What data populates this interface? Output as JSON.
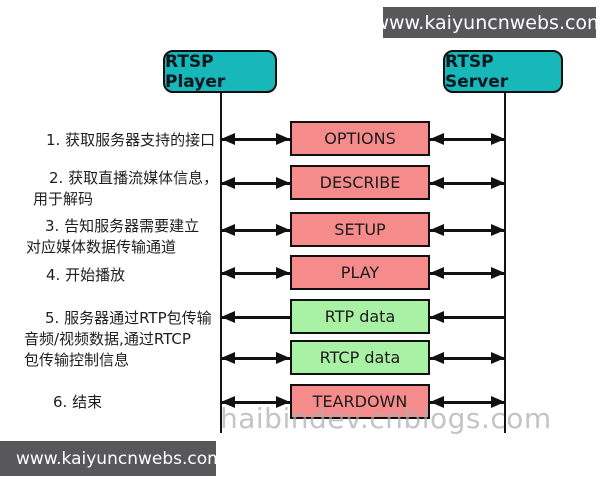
{
  "watermark_top": {
    "text": "www.kaiyuncnwebs.com"
  },
  "watermark_bottom": {
    "text": "www.kaiyuncnwebs.com"
  },
  "watermark_center": {
    "text": "haibindev.cnblogs.com"
  },
  "diagram": {
    "actors": [
      {
        "id": "player",
        "label": "RTSP Player"
      },
      {
        "id": "server",
        "label": "RTSP Server"
      }
    ],
    "steps": [
      {
        "text": "1. 获取服务器支持的接口"
      },
      {
        "text": "2. 获取直播流媒体信息，\n用于解码"
      },
      {
        "text": "3. 告知服务器需要建立\n对应媒体数据传输通道"
      },
      {
        "text": "4. 开始播放"
      },
      {
        "text": "5. 服务器通过RTP包传输\n音频/视频数据,通过RTCP\n包传输控制信息"
      },
      {
        "text": "6. 结束"
      }
    ],
    "rows": [
      {
        "label": "OPTIONS",
        "color": "red",
        "left_arrow": "double",
        "right_arrow": "double"
      },
      {
        "label": "DESCRIBE",
        "color": "red",
        "left_arrow": "double",
        "right_arrow": "double"
      },
      {
        "label": "SETUP",
        "color": "red",
        "left_arrow": "double",
        "right_arrow": "double"
      },
      {
        "label": "PLAY",
        "color": "red",
        "left_arrow": "double",
        "right_arrow": "double"
      },
      {
        "label": "RTP data",
        "color": "green",
        "left_arrow": "to-player",
        "right_arrow": "to-player"
      },
      {
        "label": "RTCP data",
        "color": "green",
        "left_arrow": "double",
        "right_arrow": "double"
      },
      {
        "label": "TEARDOWN",
        "color": "red",
        "left_arrow": "double",
        "right_arrow": "double"
      }
    ]
  },
  "colors": {
    "actor_fill": "#18b7ba",
    "message_red": "#f68b8c",
    "message_green": "#a9f1a4",
    "bar_background": "#58585a",
    "watermark_gray": "#aeaeae"
  }
}
